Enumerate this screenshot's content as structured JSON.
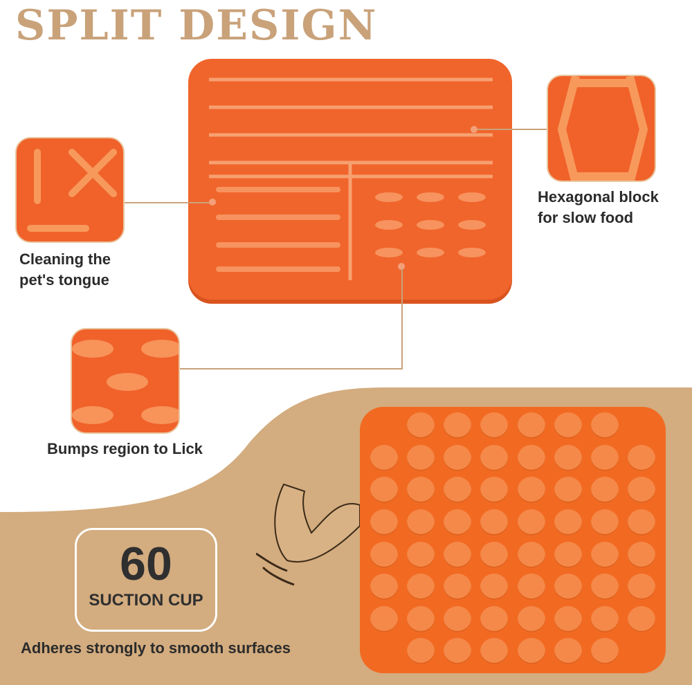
{
  "title": "SPLIT DESIGN",
  "features": [
    {
      "label_line1": "Hexagonal block",
      "label_line2": "for slow food",
      "icon": "hexagon-pattern"
    },
    {
      "label_line1": "Cleaning the",
      "label_line2": "pet's tongue",
      "icon": "bone-pattern"
    },
    {
      "label_line1": "Bumps region to Lick",
      "icon": "bumps-pattern"
    }
  ],
  "suction": {
    "count": "60",
    "label": "SUCTION CUP",
    "caption": "Adheres strongly to smooth surfaces",
    "icon": "flexed-arm-icon"
  },
  "colors": {
    "accent": "#c9a27a",
    "product": "#f0652c",
    "text": "#2b2b2b"
  }
}
